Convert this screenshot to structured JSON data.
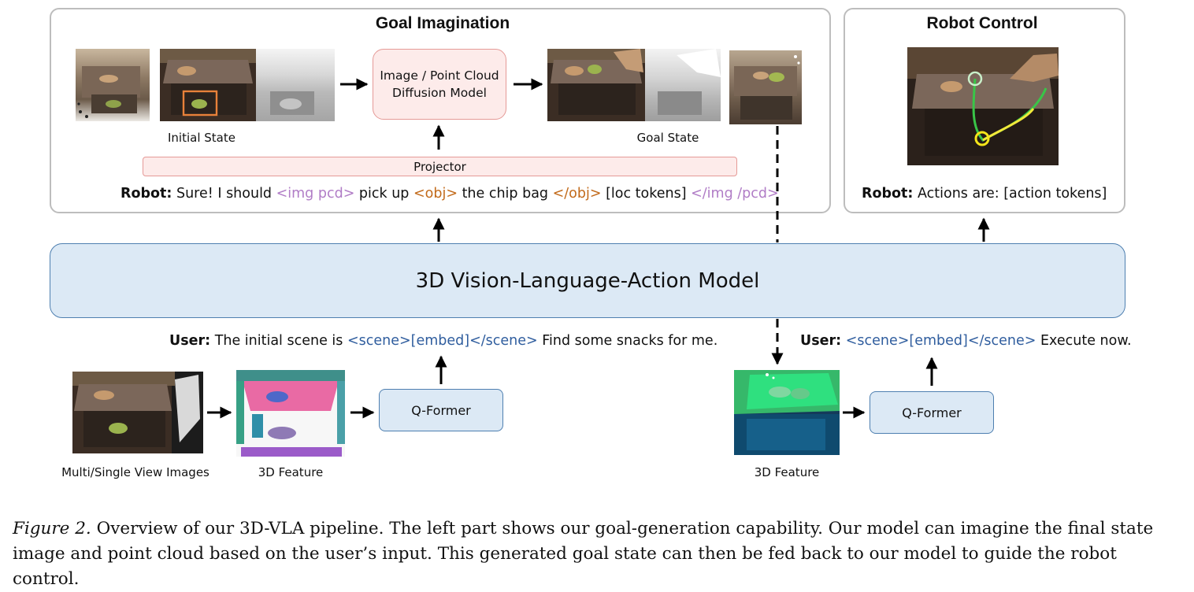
{
  "goal_panel": {
    "title": "Goal Imagination",
    "initial_state_label": "Initial State",
    "goal_state_label": "Goal State",
    "diffusion_line1": "Image / Point Cloud",
    "diffusion_line2": "Diffusion Model",
    "projector": "Projector",
    "robot_speaker": "Robot:",
    "robot_t1": " Sure! I should ",
    "robot_tok1": "<img pcd>",
    "robot_t2": " pick up ",
    "robot_tok2": "<obj>",
    "robot_t3": " the chip bag ",
    "robot_tok3": "</obj>",
    "robot_t4": " [loc tokens] ",
    "robot_tok4": "</img /pcd>"
  },
  "control_panel": {
    "title": "Robot Control",
    "robot_speaker": "Robot:",
    "robot_text": " Actions are: [action tokens]"
  },
  "main_model": "3D Vision-Language-Action Model",
  "user_left": {
    "speaker": "User:",
    "t1": " The initial scene is ",
    "tok": "<scene>[embed]</scene>",
    "t2": " Find some snacks for me."
  },
  "user_right": {
    "speaker": "User:",
    "tok": "<scene>[embed]</scene>",
    "t2": " Execute now."
  },
  "bottom_left": {
    "multi_view_label": "Multi/Single View Images",
    "feature_label": "3D Feature",
    "qformer": "Q-Former"
  },
  "bottom_right": {
    "feature_label": "3D Feature",
    "qformer": "Q-Former"
  },
  "caption": {
    "label": "Figure 2.",
    "text": " Overview of our 3D-VLA pipeline. The left part shows our goal-generation capability. Our model can imagine the final state image and point cloud based on the user’s input. This generated goal state can then be fed back to our model to guide the robot control."
  }
}
